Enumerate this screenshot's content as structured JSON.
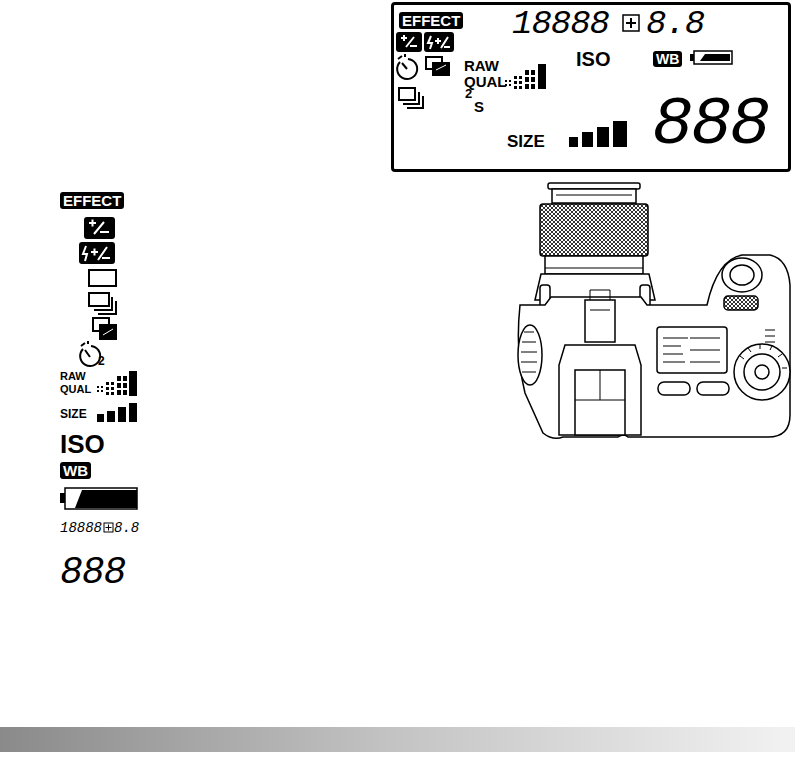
{
  "diagram": {
    "nodes": [
      {
        "text": [
          "EFFECT",
          "18888",
          "8.8",
          "ISO",
          "WB",
          "RAW",
          "QUAL",
          "2",
          "S",
          "SIZE",
          "888"
        ]
      }
    ],
    "labels": [
      "EFFECT",
      "2",
      "RAW",
      "QUAL",
      "SIZE",
      "ISO",
      "WB",
      "18888",
      "8.8",
      "888"
    ]
  }
}
